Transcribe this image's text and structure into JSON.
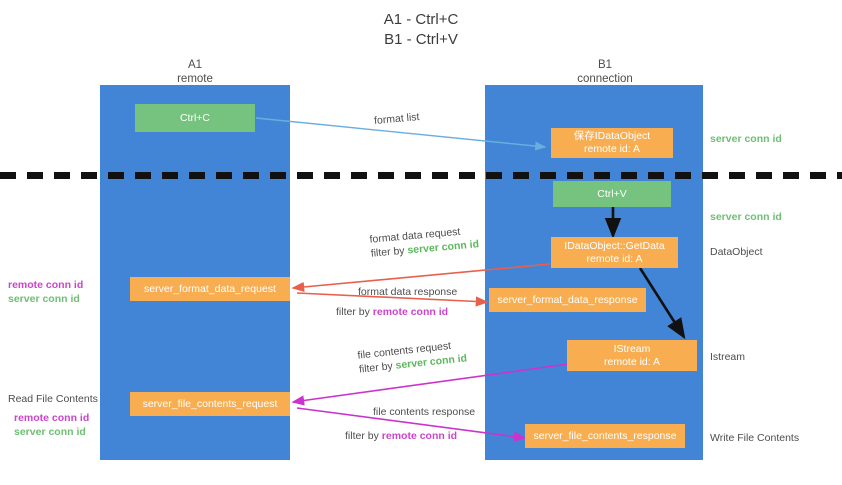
{
  "title": {
    "line1": "A1 - Ctrl+C",
    "line2": "B1 - Ctrl+V"
  },
  "colors": {
    "lane": "#4285d6",
    "orange": "#f9ad51",
    "green": "#76c27f",
    "server_conn_id": "#6fbf73",
    "remote_conn_id": "#cc44cc",
    "red_arrow": "#e8604c",
    "magenta_arrow": "#cc33cc",
    "blue_arrow": "#6aaee0",
    "black_arrow": "#111111"
  },
  "lanes": [
    {
      "id": "a1",
      "name": "A1",
      "sub": "remote"
    },
    {
      "id": "b1",
      "name": "B1",
      "sub": "connection"
    }
  ],
  "nodes": [
    {
      "id": "ctrl-c",
      "line1": "Ctrl+C",
      "line2": "",
      "color": "green"
    },
    {
      "id": "save-idataobject",
      "line1": "保存IDataObject",
      "line2": "remote id: A",
      "color": "orange"
    },
    {
      "id": "ctrl-v",
      "line1": "Ctrl+V",
      "line2": "",
      "color": "green"
    },
    {
      "id": "getdata",
      "line1": "IDataObject::GetData",
      "line2": "remote id: A",
      "color": "orange"
    },
    {
      "id": "server-format-data-request",
      "line1": "server_format_data_request",
      "line2": "",
      "color": "orange"
    },
    {
      "id": "server-format-data-response",
      "line1": "server_format_data_response",
      "line2": "",
      "color": "orange"
    },
    {
      "id": "istream",
      "line1": "IStream",
      "line2": "remote id: A",
      "color": "orange"
    },
    {
      "id": "server-file-contents-request",
      "line1": "server_file_contents_request",
      "line2": "",
      "color": "orange"
    },
    {
      "id": "server-file-contents-response",
      "line1": "server_file_contents_response",
      "line2": "",
      "color": "orange"
    }
  ],
  "edge_labels": {
    "format_list": "format list",
    "format_data_request": "format data request",
    "format_data_request_filter_prefix": "filter by ",
    "format_data_request_filter_value": "server conn id",
    "format_data_response": "format data response",
    "format_data_response_filter_prefix": "filter by ",
    "format_data_response_filter_value": "remote conn id",
    "file_contents_request": "file contents request",
    "file_contents_request_filter_prefix": "filter by ",
    "file_contents_request_filter_value": "server conn id",
    "file_contents_response": "file contents response",
    "file_contents_response_filter_prefix": "filter by ",
    "file_contents_response_filter_value": "remote conn id"
  },
  "right_labels": [
    {
      "id": "server-conn-id-top",
      "text": "server conn id",
      "style": "green"
    },
    {
      "id": "server-conn-id-second",
      "text": "server conn id",
      "style": "green"
    },
    {
      "id": "dataobject",
      "text": "DataObject",
      "style": "grey"
    },
    {
      "id": "istream-label",
      "text": "Istream",
      "style": "grey"
    },
    {
      "id": "write-file-contents",
      "text": "Write File Contents",
      "style": "grey"
    }
  ],
  "left_labels": {
    "format_remote": "remote conn id",
    "format_server": "server conn id",
    "read_file_contents": "Read File Contents",
    "file_remote": "remote conn id",
    "file_server": "server conn id"
  }
}
